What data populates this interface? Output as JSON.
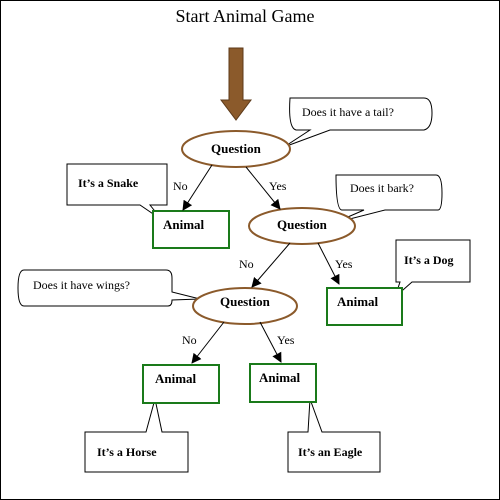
{
  "title": "Start Animal Game",
  "colors": {
    "arrow": "#8b5a2b",
    "question_stroke": "#8b5a2b",
    "animal_stroke": "#1a7a1a",
    "line": "#000000"
  },
  "questions": [
    {
      "label": "Question",
      "callout": "Does it have a tail?"
    },
    {
      "label": "Question",
      "callout": "Does it bark?"
    },
    {
      "label": "Question",
      "callout": "Does it have wings?"
    }
  ],
  "animals": [
    {
      "label": "Animal",
      "answer": "It’s a Snake"
    },
    {
      "label": "Animal",
      "answer": "It’s a Dog"
    },
    {
      "label": "Animal",
      "answer": "It’s a Horse"
    },
    {
      "label": "Animal",
      "answer": "It’s an Eagle"
    }
  ],
  "edges": {
    "no": "No",
    "yes": "Yes"
  }
}
